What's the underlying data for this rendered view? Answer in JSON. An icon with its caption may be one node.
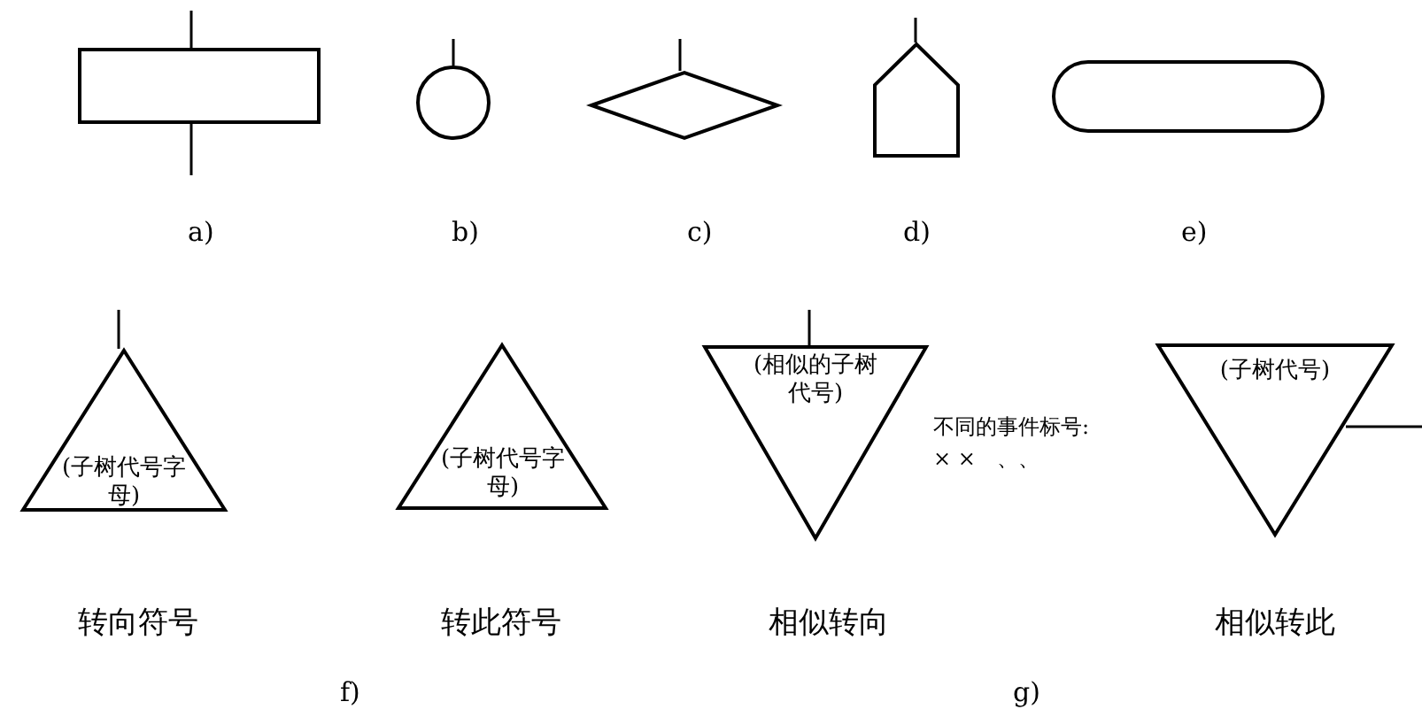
{
  "diagram": {
    "nodes": [
      {
        "text": [],
        "shape": "box"
      },
      {
        "text": [],
        "shape": "circle"
      },
      {
        "text": [],
        "shape": "diamond"
      },
      {
        "text": [],
        "shape": "pentagon"
      },
      {
        "text": [],
        "shape": "capsule"
      },
      {
        "text": [
          "(子树代号字母)"
        ],
        "beside": [
          "转向符号"
        ]
      },
      {
        "text": [
          "(子树代号字母)"
        ],
        "beside": [
          "转此符号"
        ]
      },
      {
        "text": [
          "(相似的子树代号)"
        ],
        "beside": [
          "相似转向"
        ]
      },
      {
        "text": [
          "(子树代号)"
        ],
        "beside": [
          "相似转此"
        ]
      }
    ],
    "edges": [],
    "labels": [
      "a)",
      "b)",
      "c)",
      "d)",
      "e)",
      "不同的事件标号:",
      "× ×　、、",
      "f)",
      "g)"
    ]
  }
}
